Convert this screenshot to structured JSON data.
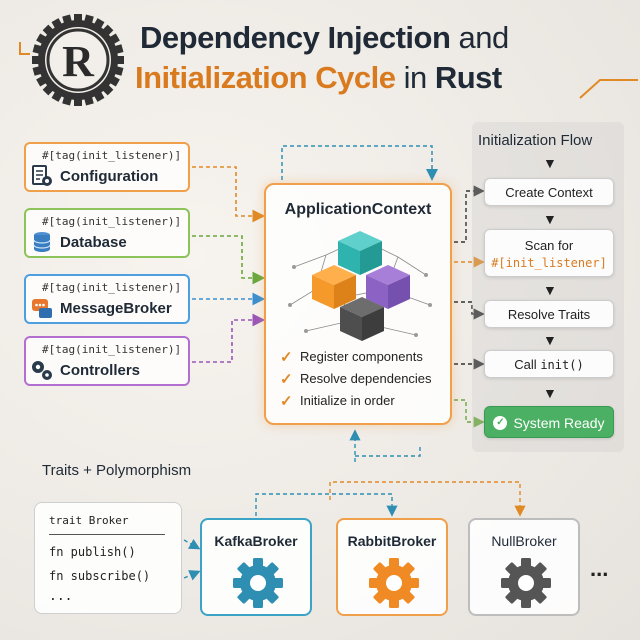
{
  "header": {
    "title_line1_bold": "Dependency Injection",
    "title_line1_light": "and",
    "title_line2_bold": "Initialization Cycle",
    "title_line2_light": "in",
    "title_line2_lang": "Rust",
    "logo_letter": "R"
  },
  "components": [
    {
      "tag": "#[tag(init_listener)]",
      "name": "Configuration",
      "icon": "document-gear-icon",
      "color": "#f0a04b"
    },
    {
      "tag": "#[tag(init_listener)]",
      "name": "Database",
      "icon": "database-icon",
      "color": "#8cc35a"
    },
    {
      "tag": "#[tag(init_listener)]",
      "name": "MessageBroker",
      "icon": "message-icon",
      "color": "#4d9fe0"
    },
    {
      "tag": "#[tag(init_listener)]",
      "name": "Controllers",
      "icon": "gears-icon",
      "color": "#b26fcf"
    }
  ],
  "context": {
    "title": "ApplicationContext",
    "items": [
      "Register components",
      "Resolve dependencies",
      "Initialize in order"
    ],
    "check": "✓"
  },
  "flow": {
    "title": "Initialization Flow",
    "steps": [
      {
        "label": "Create Context"
      },
      {
        "label": "Scan for",
        "code": "#[init_listener]"
      },
      {
        "label": "Resolve Traits"
      },
      {
        "label": "Call",
        "code": "init()"
      },
      {
        "label": "System Ready"
      }
    ],
    "ready_color": "#4cb064"
  },
  "traits": {
    "title": "Traits + Polymorphism",
    "code_header": "trait Broker",
    "code_lines": [
      "fn publish()",
      "fn subscribe()",
      "..."
    ],
    "impls": [
      {
        "name": "KafkaBroker",
        "color": "#2f8fb3"
      },
      {
        "name": "RabbitBroker",
        "color": "#f08a24"
      },
      {
        "name": "NullBroker",
        "color": "#555555"
      }
    ],
    "more": "..."
  },
  "colors": {
    "accent_orange": "#d97a1f",
    "dark_text": "#1f2a36"
  }
}
